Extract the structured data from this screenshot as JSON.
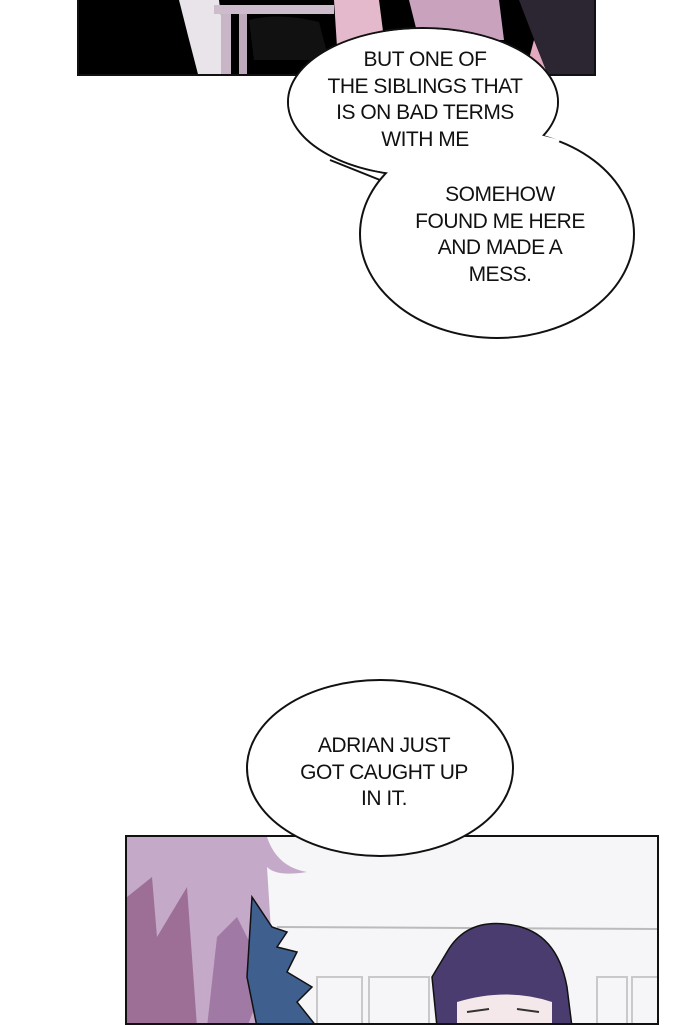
{
  "bubbles": [
    {
      "lines": [
        "BUT ONE OF",
        "THE SIBLINGS THAT",
        "IS ON BAD TERMS",
        "WITH ME"
      ]
    },
    {
      "lines": [
        "SOMEHOW",
        "FOUND ME HERE",
        "AND MADE A",
        "MESS."
      ]
    },
    {
      "lines": [
        "ADRIAN JUST",
        "GOT CAUGHT UP",
        "IN IT."
      ]
    }
  ]
}
